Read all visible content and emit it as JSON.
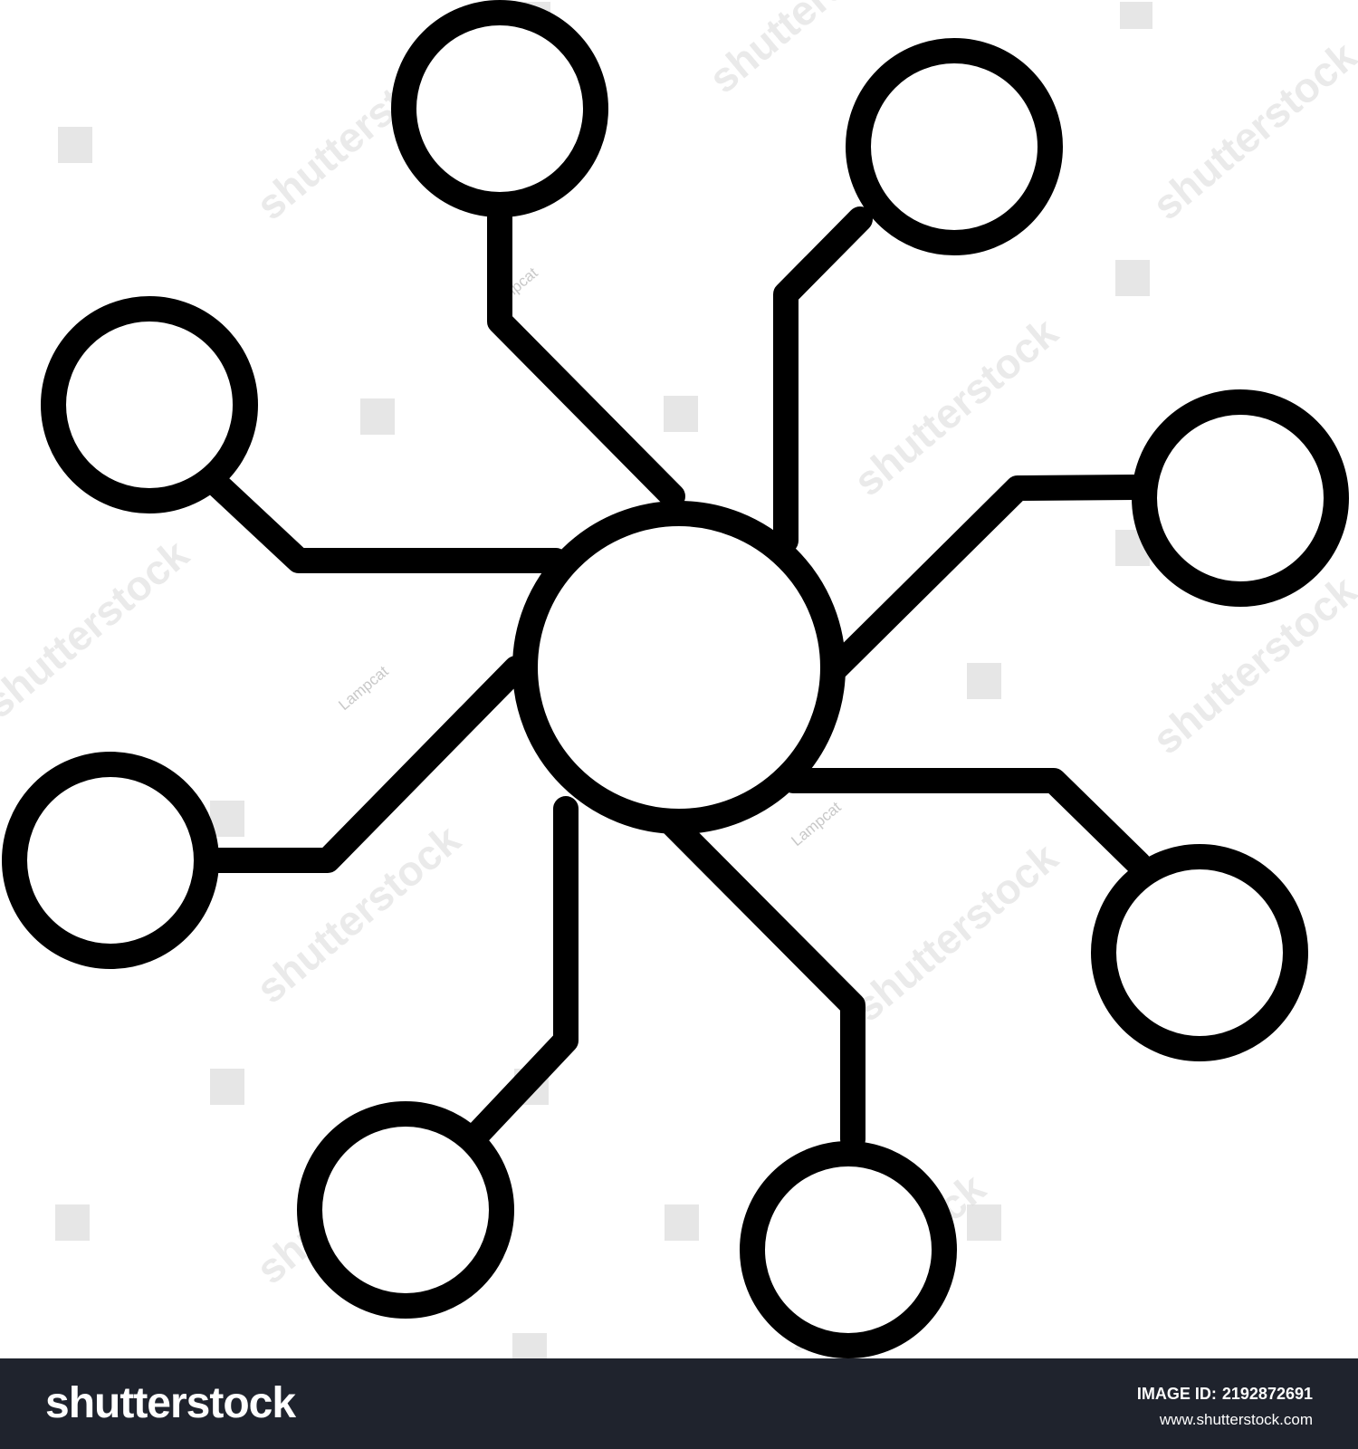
{
  "image": {
    "subject": "hub-and-spoke-network-icon",
    "stroke_color": "#000000",
    "background_color": "#ffffff"
  },
  "diagram": {
    "hub": {
      "name": "hub-node"
    },
    "satellites": [
      {
        "name": "satellite-node-top"
      },
      {
        "name": "satellite-node-top-right"
      },
      {
        "name": "satellite-node-right"
      },
      {
        "name": "satellite-node-lower-right"
      },
      {
        "name": "satellite-node-bottom-right"
      },
      {
        "name": "satellite-node-bottom-left"
      },
      {
        "name": "satellite-node-left"
      },
      {
        "name": "satellite-node-upper-left"
      }
    ]
  },
  "watermark": {
    "brand": "shutterstock",
    "contributor": "Lampcat",
    "color": "#d9d9d9"
  },
  "footer": {
    "logo": "shutterstock",
    "image_id_label": "IMAGE ID:",
    "image_id": "2192872691",
    "url": "www.shutterstock.com",
    "background_color": "#1f232d",
    "text_color": "#ffffff"
  }
}
